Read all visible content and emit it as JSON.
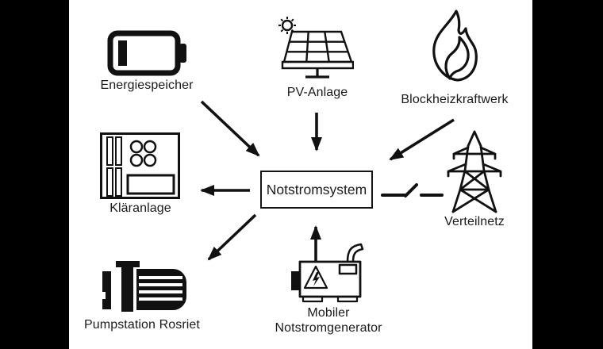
{
  "diagram": {
    "center_node": {
      "label": "Notstromsystem"
    },
    "nodes": {
      "energiespeicher": {
        "label": "Energiespeicher",
        "icon": "battery-icon"
      },
      "pv_anlage": {
        "label": "PV-Anlage",
        "icon": "solar-panel-sun-icon"
      },
      "blockheizkraftwerk": {
        "label": "Blockheizkraftwerk",
        "icon": "flame-icon"
      },
      "klaeranlage": {
        "label": "Kläranlage",
        "icon": "treatment-plant-icon"
      },
      "verteilnetz": {
        "label": "Verteilnetz",
        "icon": "transmission-tower-icon"
      },
      "pumpstation": {
        "label": "Pumpstation Rosriet",
        "icon": "pump-icon"
      },
      "generator": {
        "label_line1": "Mobiler",
        "label_line2": "Notstromgenerator",
        "icon": "generator-icon"
      }
    },
    "connections": [
      {
        "from": "Energiespeicher",
        "to": "Notstromsystem",
        "type": "arrow"
      },
      {
        "from": "PV-Anlage",
        "to": "Notstromsystem",
        "type": "arrow"
      },
      {
        "from": "Blockheizkraftwerk",
        "to": "Notstromsystem",
        "type": "arrow"
      },
      {
        "from": "Mobiler Notstromgenerator",
        "to": "Notstromsystem",
        "type": "arrow"
      },
      {
        "from": "Notstromsystem",
        "to": "Kläranlage",
        "type": "arrow"
      },
      {
        "from": "Notstromsystem",
        "to": "Pumpstation Rosriet",
        "type": "arrow"
      },
      {
        "from": "Notstromsystem",
        "to": "Verteilnetz",
        "type": "open-switch"
      }
    ],
    "colors": {
      "letterbox": "#000000",
      "canvas": "#ffffff",
      "line": "#1a1a1a"
    }
  }
}
